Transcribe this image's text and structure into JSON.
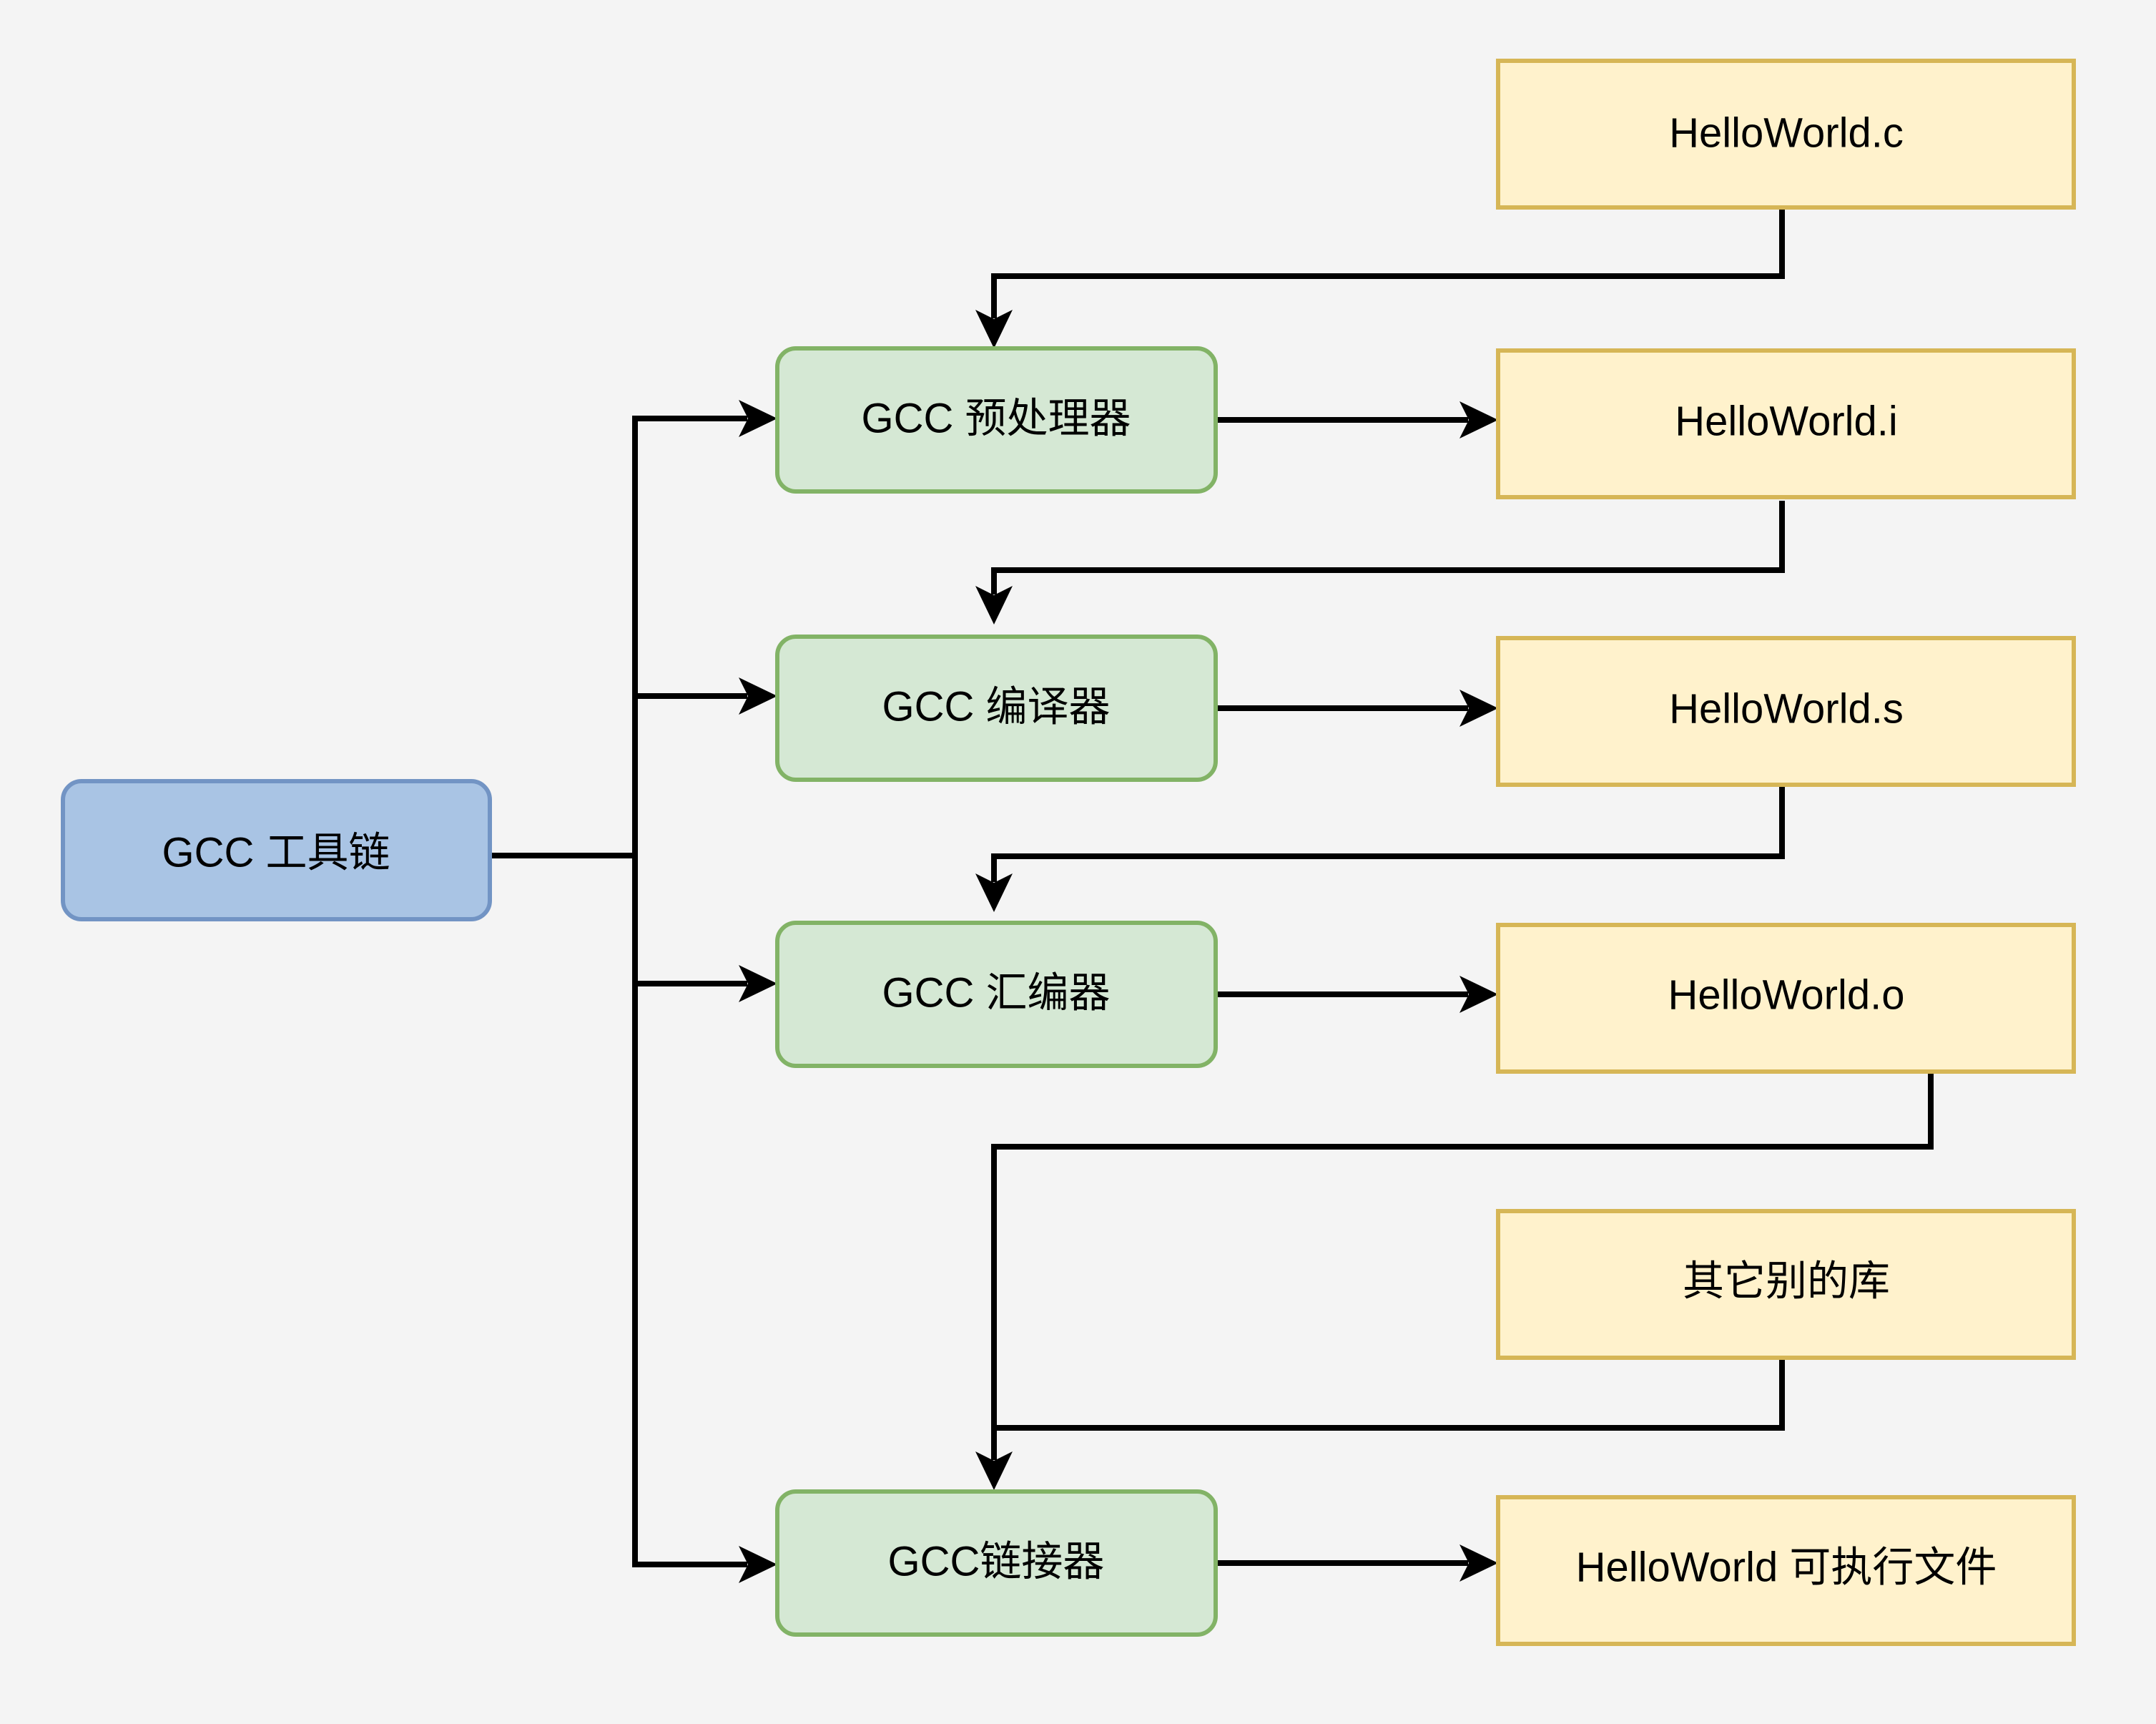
{
  "diagram": {
    "title": "GCC 工具链",
    "background_color": "#f4f4f4",
    "palette": {
      "blue_fill": "#a9c4e4",
      "blue_stroke": "#7294c4",
      "green_fill": "#d5e8d4",
      "green_stroke": "#82b366",
      "yellow_fill": "#fff2cc",
      "yellow_stroke": "#d6b656",
      "edge_color": "#000000"
    },
    "nodes": {
      "root": {
        "label": "GCC 工具链",
        "shape": "rounded-rect",
        "color": "blue"
      },
      "preprocessor": {
        "label": "GCC 预处理器",
        "shape": "rounded-rect",
        "color": "green"
      },
      "compiler": {
        "label": "GCC 编译器",
        "shape": "rounded-rect",
        "color": "green"
      },
      "assembler": {
        "label": "GCC 汇编器",
        "shape": "rounded-rect",
        "color": "green"
      },
      "linker": {
        "label": "GCC链接器",
        "shape": "rounded-rect",
        "color": "green"
      },
      "source_file": {
        "label": "HelloWorld.c",
        "shape": "rect",
        "color": "yellow"
      },
      "preprocessed_file": {
        "label": "HelloWorld.i",
        "shape": "rect",
        "color": "yellow"
      },
      "assembly_file": {
        "label": "HelloWorld.s",
        "shape": "rect",
        "color": "yellow"
      },
      "object_file": {
        "label": "HelloWorld.o",
        "shape": "rect",
        "color": "yellow"
      },
      "other_libraries": {
        "label": "其它别的库",
        "shape": "rect",
        "color": "yellow"
      },
      "executable_file": {
        "label": "HelloWorld 可执行文件",
        "shape": "rect",
        "color": "yellow"
      }
    },
    "edges": [
      {
        "from": "root",
        "to": "preprocessor"
      },
      {
        "from": "root",
        "to": "compiler"
      },
      {
        "from": "root",
        "to": "assembler"
      },
      {
        "from": "root",
        "to": "linker"
      },
      {
        "from": "source_file",
        "to": "preprocessor"
      },
      {
        "from": "preprocessor",
        "to": "preprocessed_file"
      },
      {
        "from": "preprocessed_file",
        "to": "compiler"
      },
      {
        "from": "compiler",
        "to": "assembly_file"
      },
      {
        "from": "assembly_file",
        "to": "assembler"
      },
      {
        "from": "assembler",
        "to": "object_file"
      },
      {
        "from": "object_file",
        "to": "linker"
      },
      {
        "from": "other_libraries",
        "to": "linker"
      },
      {
        "from": "linker",
        "to": "executable_file"
      }
    ]
  }
}
